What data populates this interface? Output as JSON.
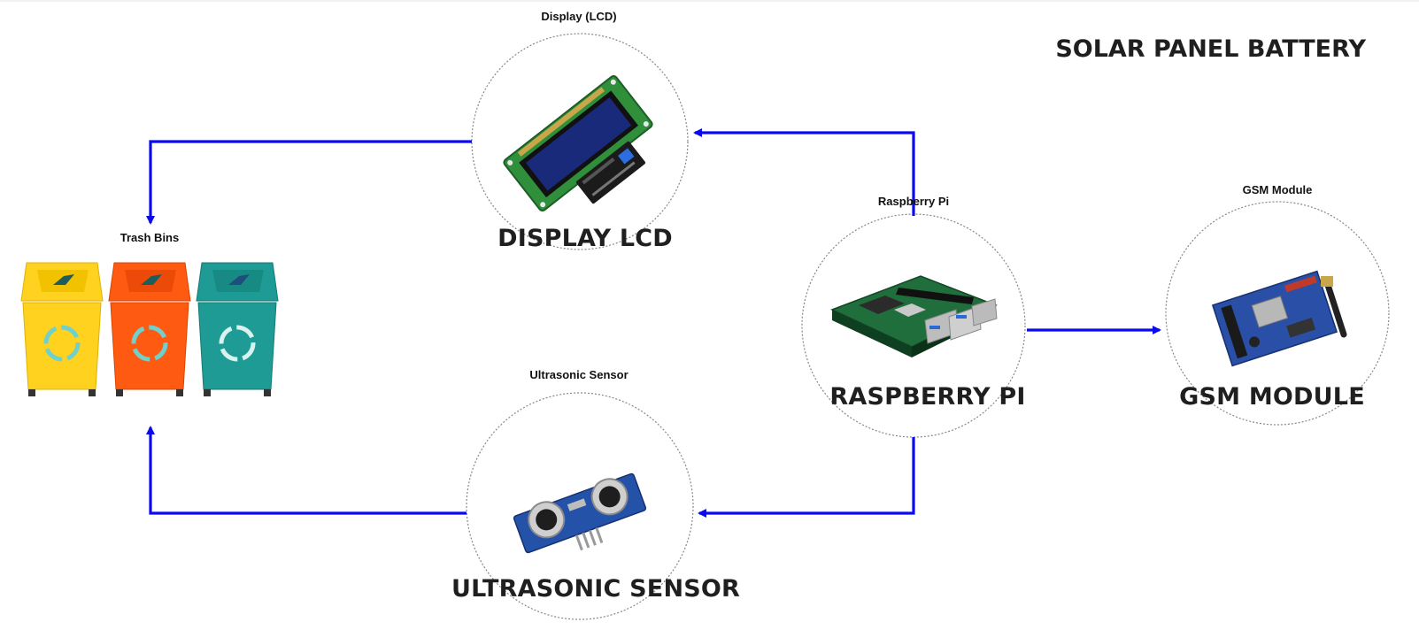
{
  "header": {
    "title": "SOLAR PANEL BATTERY"
  },
  "nodes": {
    "display": {
      "caption": "Display (LCD)",
      "label": "DISPLAY LCD"
    },
    "raspberry": {
      "caption": "Raspberry Pi",
      "label": "RASPBERRY PI"
    },
    "gsm": {
      "caption": "GSM Module",
      "label": "GSM MODULE"
    },
    "ultrasonic": {
      "caption": "Ultrasonic Sensor",
      "label": "ULTRASONIC SENSOR"
    },
    "bins": {
      "caption": "Trash Bins"
    }
  },
  "colors": {
    "arrow": "#0a0af0",
    "bin_yellow": "#ffd21f",
    "bin_orange": "#ff5a12",
    "bin_teal": "#1e9b94"
  }
}
